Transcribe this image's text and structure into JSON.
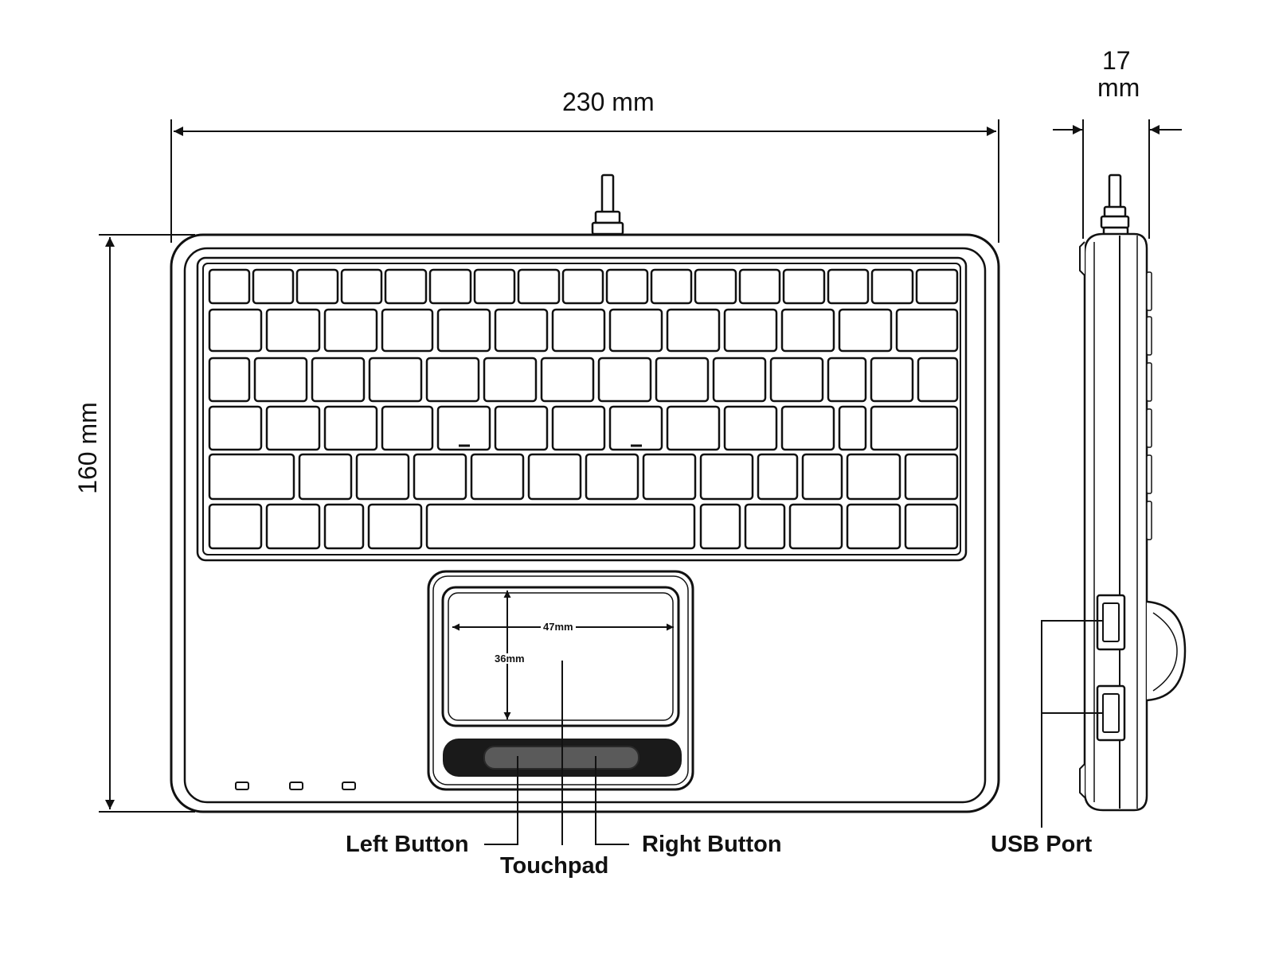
{
  "dimensions": {
    "width": "230 mm",
    "height": "160 mm",
    "depth_value": "17",
    "depth_unit": "mm",
    "touchpad_width": "47mm",
    "touchpad_height": "36mm"
  },
  "callouts": {
    "left_button": "Left Button",
    "touchpad": "Touchpad",
    "right_button": "Right Button",
    "usb_port": "USB Port"
  },
  "colors": {
    "line": "#111111",
    "button_bar": "#1a1a1a",
    "button_inner": "#5a5a5a",
    "background": "#ffffff"
  }
}
